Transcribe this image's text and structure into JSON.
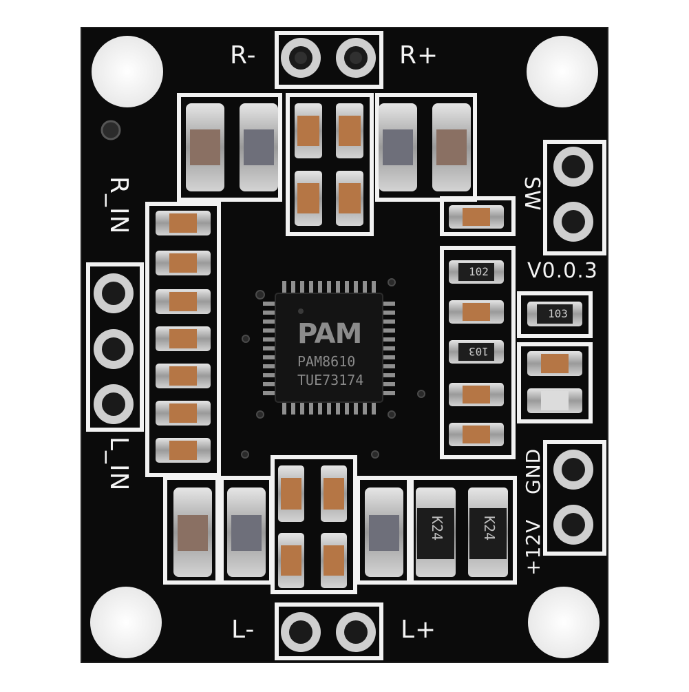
{
  "board": {
    "labels": {
      "r_minus": "R-",
      "r_plus": "R+",
      "r_in": "R_IN",
      "l_in": "L_IN",
      "l_minus": "L-",
      "l_plus": "L+",
      "sw": "SW",
      "version": "V0.0.3",
      "gnd": "GND",
      "plus12v": "+12V"
    },
    "chip": {
      "logo": "PAM",
      "part": "PAM8610",
      "code": "TUE73174"
    },
    "resistors": {
      "r1": "102",
      "r2": "103",
      "r3": "103"
    },
    "diodes": {
      "d1": "K24",
      "d2": "K24"
    }
  },
  "colors": {
    "pcb": "#0b0b0b",
    "silkscreen": "#f4f4f4",
    "pad": "#b9b9b9",
    "cap_ceramic": "#b57645",
    "chip_body": "#141414"
  }
}
